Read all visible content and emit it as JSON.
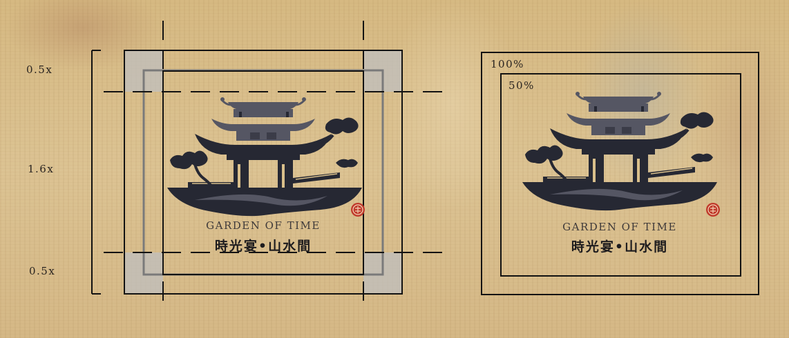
{
  "left_panel": {
    "ratio_top": "0.5x",
    "ratio_middle": "1.6x",
    "ratio_bottom": "0.5x"
  },
  "right_panel": {
    "outer_label": "100%",
    "inner_label": "50%"
  },
  "logo": {
    "name_en": "GARDEN OF TIME",
    "name_zh": "時光宴•山水間"
  },
  "colors": {
    "logo_dark": "#262833",
    "logo_mid": "#555663",
    "seal_red": "#c0392b",
    "guide_line": "#121212",
    "clear_zone": "#bfbfbf"
  }
}
